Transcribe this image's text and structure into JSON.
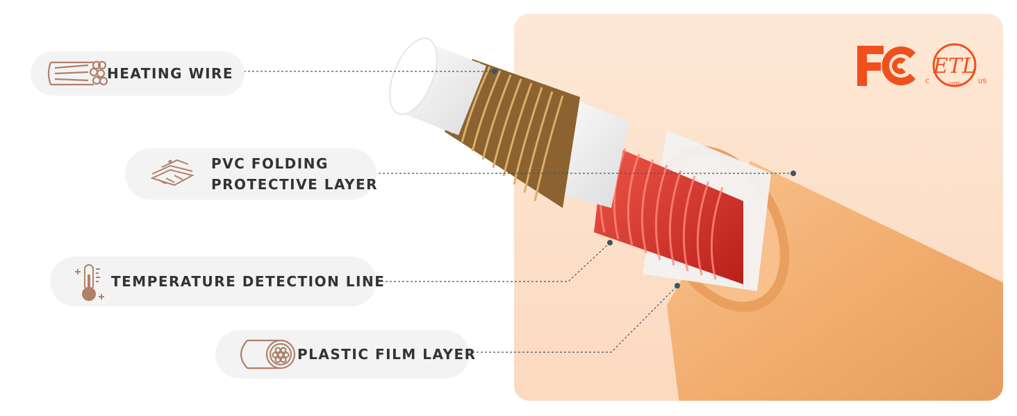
{
  "layers": [
    {
      "icon": "heating-wire-icon",
      "label": "HEATING WIRE"
    },
    {
      "icon": "pvc-folding-layer-icon",
      "label": "PVC FOLDING",
      "label2": "PROTECTIVE LAYER"
    },
    {
      "icon": "thermometer-icon",
      "label": "TEMPERATURE DETECTION LINE"
    },
    {
      "icon": "plastic-film-icon",
      "label": "PLASTIC FILM LAYER"
    }
  ],
  "certifications": {
    "fcc": "FC",
    "etl_mark": "ETL",
    "etl_c": "C",
    "etl_us": "US",
    "etl_listed": "LISTED"
  },
  "colors": {
    "panel": "#fde3cf",
    "pill": "#f3f3f3",
    "icon": "#b0806a",
    "cert": "#f0501e",
    "leader": "#3d5567",
    "outer_tube": "#f5b57a",
    "red_coil": "#e0302a",
    "copper_coil": "#a57a3c"
  }
}
